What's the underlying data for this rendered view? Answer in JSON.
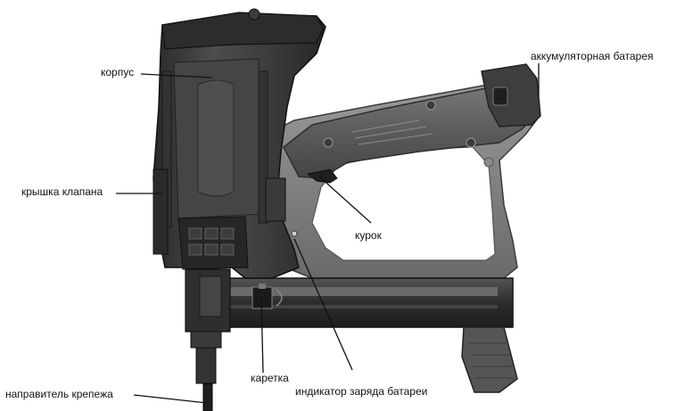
{
  "labels": {
    "body": "корпус",
    "battery": "аккумуляторная батарея",
    "valve_cover": "крышка клапана",
    "trigger": "курок",
    "carriage": "каретка",
    "battery_indicator": "индикатор заряда батареи",
    "fastener_guide": "направитель крепежа"
  },
  "colors": {
    "tool_dark": "#2f2f2f",
    "tool_mid": "#4a4a4a",
    "tool_light": "#8a8a8a",
    "handle_grey": "#6b6b6b",
    "leader_line": "#111111"
  }
}
